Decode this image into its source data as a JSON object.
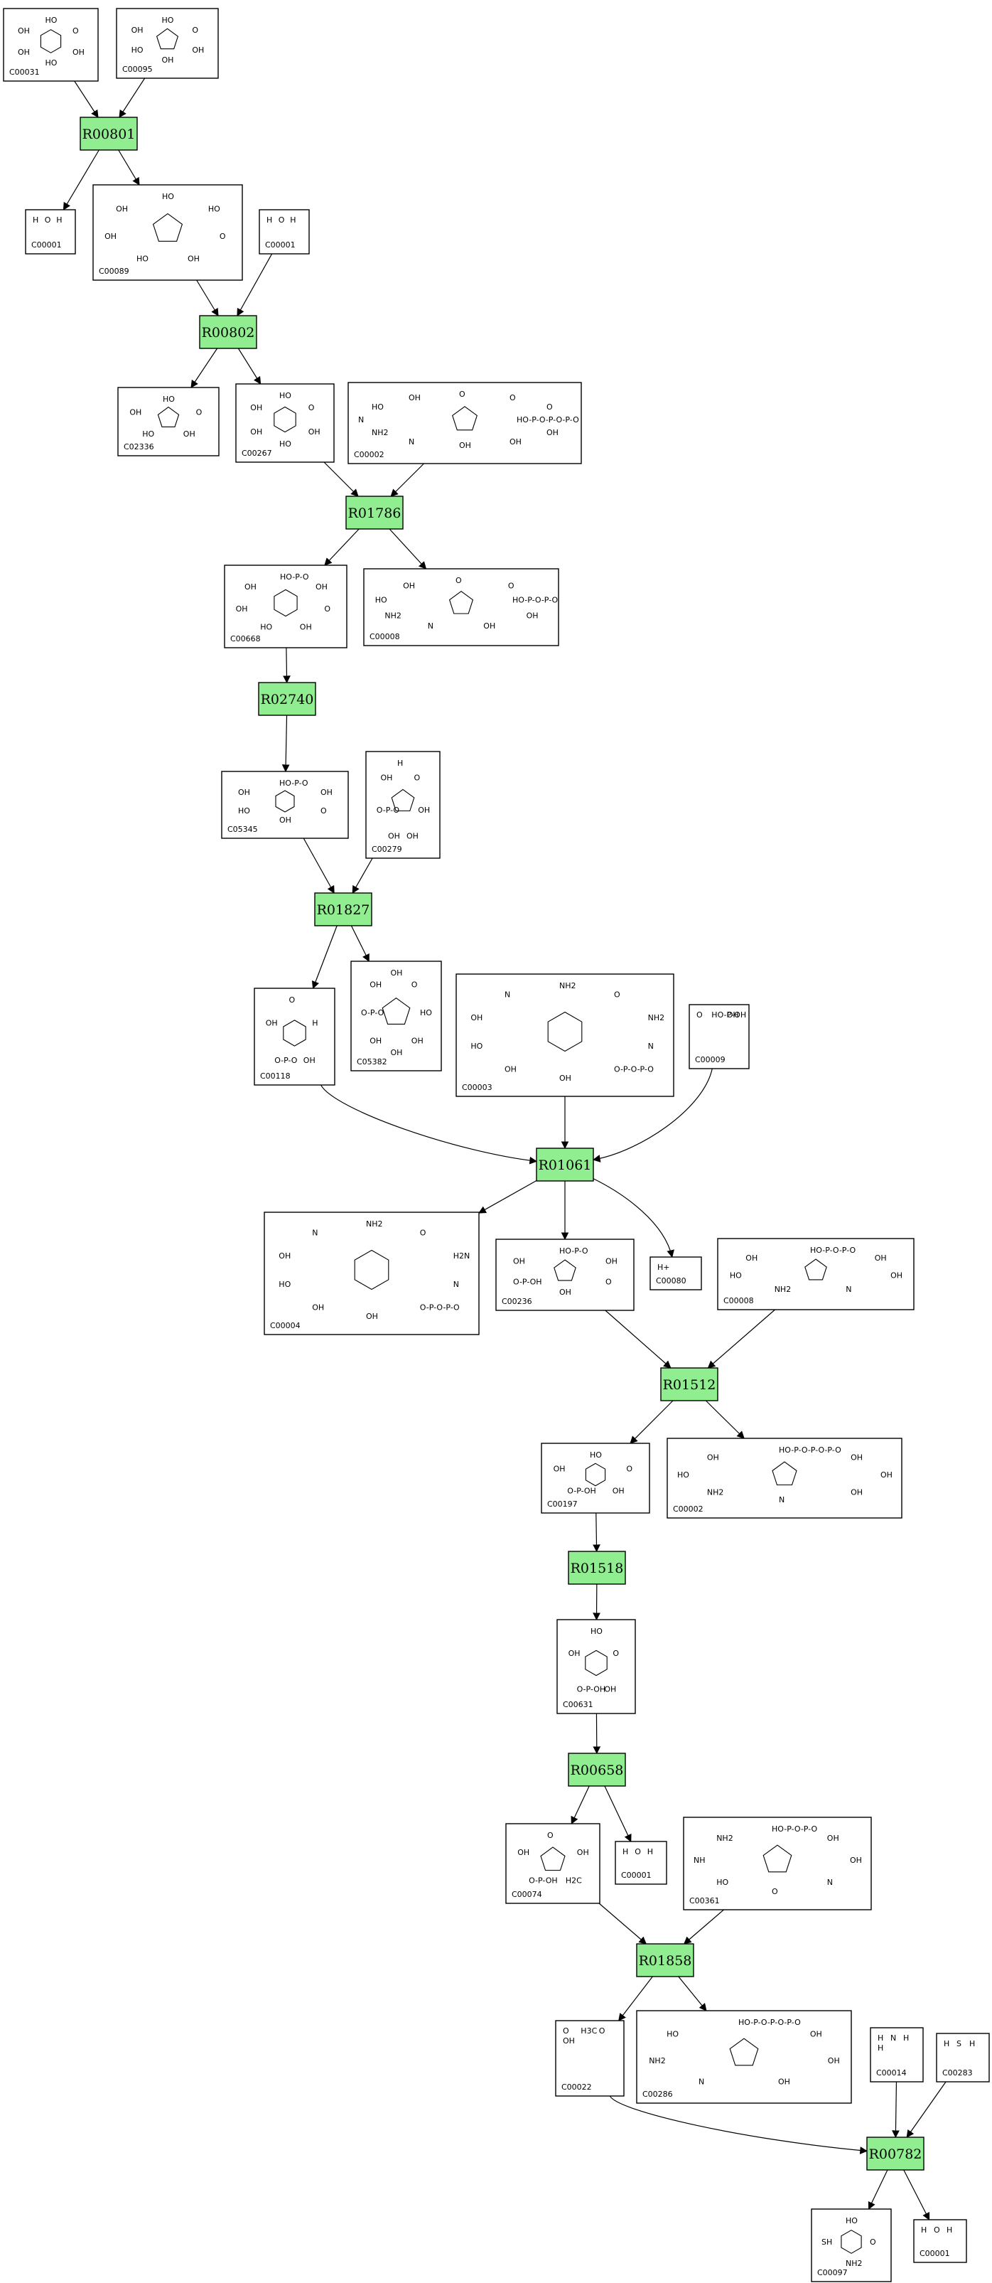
{
  "compounds": [
    {
      "id": "C00031",
      "atoms": [
        "HO",
        "O",
        "OH",
        "HO",
        "OH",
        "OH"
      ]
    },
    {
      "id": "C00095",
      "atoms": [
        "HO",
        "O",
        "OH",
        "OH",
        "HO",
        "OH"
      ]
    },
    {
      "id": "C00001",
      "atoms": [
        "H",
        "O",
        "H"
      ]
    },
    {
      "id": "C00089",
      "atoms": [
        "HO",
        "HO",
        "O",
        "OH",
        "HO",
        "OH",
        "OH"
      ]
    },
    {
      "id": "C00001",
      "atoms": [
        "H",
        "O",
        "H"
      ]
    },
    {
      "id": "C02336",
      "atoms": [
        "HO",
        "O",
        "OH",
        "HO",
        "OH"
      ]
    },
    {
      "id": "C00267",
      "atoms": [
        "HO",
        "O",
        "OH",
        "HO",
        "OH",
        "OH"
      ]
    },
    {
      "id": "C00002",
      "atoms": [
        "O",
        "O",
        "O",
        "HO-P-O-P-O-P-O",
        "OH",
        "OH",
        "OH",
        "N",
        "NH2",
        "N",
        "HO",
        "OH"
      ]
    },
    {
      "id": "C00668",
      "atoms": [
        "HO-P-O",
        "OH",
        "O",
        "OH",
        "HO",
        "OH",
        "OH"
      ]
    },
    {
      "id": "C00008",
      "atoms": [
        "O",
        "O",
        "HO-P-O-P-O",
        "OH",
        "OH",
        "N",
        "NH2",
        "HO",
        "OH"
      ]
    },
    {
      "id": "C05345",
      "atoms": [
        "HO-P-O",
        "OH",
        "O",
        "OH",
        "HO",
        "OH"
      ]
    },
    {
      "id": "C00279",
      "atoms": [
        "H",
        "O",
        "OH",
        "OH",
        "OH",
        "O-P-O",
        "OH"
      ]
    },
    {
      "id": "C00118",
      "atoms": [
        "O",
        "H",
        "OH",
        "O-P-O",
        "OH"
      ]
    },
    {
      "id": "C05382",
      "atoms": [
        "OH",
        "O",
        "HO",
        "OH",
        "OH",
        "OH",
        "O-P-O",
        "OH"
      ]
    },
    {
      "id": "C00003",
      "atoms": [
        "NH2",
        "O",
        "NH2",
        "N",
        "O-P-O-P-O",
        "OH",
        "OH",
        "HO",
        "OH",
        "N"
      ]
    },
    {
      "id": "C00009",
      "atoms": [
        "O",
        "HO-P-OH",
        "OH"
      ]
    },
    {
      "id": "C00004",
      "atoms": [
        "NH2",
        "O",
        "H2N",
        "N",
        "O-P-O-P-O",
        "OH",
        "OH",
        "HO",
        "OH",
        "N"
      ]
    },
    {
      "id": "C00236",
      "atoms": [
        "HO-P-O",
        "OH",
        "O",
        "OH",
        "O-P-OH",
        "OH"
      ]
    },
    {
      "id": "C00080",
      "atoms": [
        "H+"
      ]
    },
    {
      "id": "C00008",
      "atoms": [
        "HO-P-O-P-O",
        "OH",
        "OH",
        "N",
        "NH2",
        "HO",
        "OH"
      ]
    },
    {
      "id": "C00197",
      "atoms": [
        "HO",
        "O",
        "OH",
        "O-P-OH",
        "OH"
      ]
    },
    {
      "id": "C00002",
      "atoms": [
        "HO-P-O-P-O-P-O",
        "OH",
        "OH",
        "OH",
        "N",
        "NH2",
        "HO",
        "OH"
      ]
    },
    {
      "id": "C00631",
      "atoms": [
        "HO",
        "O",
        "OH",
        "O-P-OH",
        "OH"
      ]
    },
    {
      "id": "C00074",
      "atoms": [
        "O",
        "OH",
        "H2C",
        "O-P-OH",
        "OH"
      ]
    },
    {
      "id": "C00001",
      "atoms": [
        "H",
        "O",
        "H"
      ]
    },
    {
      "id": "C00361",
      "atoms": [
        "HO-P-O-P-O",
        "OH",
        "OH",
        "N",
        "O",
        "HO",
        "NH",
        "NH2"
      ]
    },
    {
      "id": "C00022",
      "atoms": [
        "O",
        "H3C",
        "O",
        "OH"
      ]
    },
    {
      "id": "C00286",
      "atoms": [
        "HO-P-O-P-O-P-O",
        "OH",
        "OH",
        "OH",
        "N",
        "NH2",
        "HO"
      ]
    },
    {
      "id": "C00014",
      "atoms": [
        "H",
        "N",
        "H",
        "H"
      ]
    },
    {
      "id": "C00283",
      "atoms": [
        "H",
        "S",
        "H"
      ]
    },
    {
      "id": "C00097",
      "atoms": [
        "HO",
        "O",
        "NH2",
        "SH"
      ]
    },
    {
      "id": "C00001",
      "atoms": [
        "H",
        "O",
        "H"
      ]
    }
  ],
  "reactions": [
    {
      "id": "R00801"
    },
    {
      "id": "R00802"
    },
    {
      "id": "R01786"
    },
    {
      "id": "R02740"
    },
    {
      "id": "R01827"
    },
    {
      "id": "R01061"
    },
    {
      "id": "R01512"
    },
    {
      "id": "R01518"
    },
    {
      "id": "R00658"
    },
    {
      "id": "R01858"
    },
    {
      "id": "R00782"
    }
  ],
  "edges": [
    {
      "from": "C00031",
      "to": "R00801"
    },
    {
      "from": "C00095",
      "to": "R00801"
    },
    {
      "from": "R00801",
      "to": "C00001"
    },
    {
      "from": "R00801",
      "to": "C00089"
    },
    {
      "from": "C00089",
      "to": "R00802"
    },
    {
      "from": "C00001",
      "to": "R00802"
    },
    {
      "from": "R00802",
      "to": "C02336"
    },
    {
      "from": "R00802",
      "to": "C00267"
    },
    {
      "from": "C00267",
      "to": "R01786"
    },
    {
      "from": "C00002",
      "to": "R01786"
    },
    {
      "from": "R01786",
      "to": "C00668"
    },
    {
      "from": "R01786",
      "to": "C00008"
    },
    {
      "from": "C00668",
      "to": "R02740"
    },
    {
      "from": "R02740",
      "to": "C05345"
    },
    {
      "from": "C05345",
      "to": "R01827"
    },
    {
      "from": "C00279",
      "to": "R01827"
    },
    {
      "from": "R01827",
      "to": "C00118"
    },
    {
      "from": "R01827",
      "to": "C05382"
    },
    {
      "from": "C00118",
      "to": "R01061"
    },
    {
      "from": "C00003",
      "to": "R01061"
    },
    {
      "from": "C00009",
      "to": "R01061"
    },
    {
      "from": "R01061",
      "to": "C00004"
    },
    {
      "from": "R01061",
      "to": "C00236"
    },
    {
      "from": "R01061",
      "to": "C00080"
    },
    {
      "from": "C00236",
      "to": "R01512"
    },
    {
      "from": "C00008",
      "to": "R01512"
    },
    {
      "from": "R01512",
      "to": "C00197"
    },
    {
      "from": "R01512",
      "to": "C00002"
    },
    {
      "from": "C00197",
      "to": "R01518"
    },
    {
      "from": "R01518",
      "to": "C00631"
    },
    {
      "from": "C00631",
      "to": "R00658"
    },
    {
      "from": "R00658",
      "to": "C00074"
    },
    {
      "from": "R00658",
      "to": "C00001"
    },
    {
      "from": "C00074",
      "to": "R01858"
    },
    {
      "from": "C00361",
      "to": "R01858"
    },
    {
      "from": "R01858",
      "to": "C00022"
    },
    {
      "from": "R01858",
      "to": "C00286"
    },
    {
      "from": "C00022",
      "to": "R00782"
    },
    {
      "from": "C00014",
      "to": "R00782"
    },
    {
      "from": "C00283",
      "to": "R00782"
    },
    {
      "from": "R00782",
      "to": "C00097"
    },
    {
      "from": "R00782",
      "to": "C00001"
    }
  ]
}
